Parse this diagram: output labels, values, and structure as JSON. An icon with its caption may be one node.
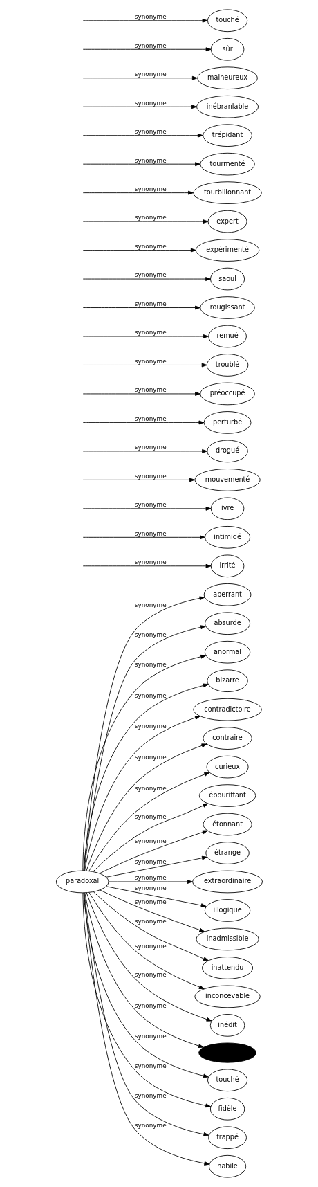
{
  "diagram": {
    "nodes": [
      {
        "text": [
          "paradoxal"
        ]
      },
      {
        "text": [
          "aberrant"
        ]
      },
      {
        "text": [
          "absurde"
        ]
      },
      {
        "text": [
          "anormal"
        ]
      },
      {
        "text": [
          "bizarre"
        ]
      },
      {
        "text": [
          "irrité"
        ]
      },
      {
        "text": [
          "contradictoire"
        ]
      },
      {
        "text": [
          "intimidé"
        ]
      },
      {
        "text": [
          "contraire"
        ]
      },
      {
        "text": [
          "ivre"
        ]
      },
      {
        "text": [
          "curieux"
        ]
      },
      {
        "text": [
          "mouvementé"
        ]
      },
      {
        "text": [
          "ébouriffant"
        ]
      },
      {
        "text": [
          "drogué"
        ]
      },
      {
        "text": [
          "étonnant"
        ]
      },
      {
        "text": [
          "perturbé"
        ]
      },
      {
        "text": [
          "étrange"
        ]
      },
      {
        "text": [
          "préoccupé"
        ]
      },
      {
        "text": [
          "extraordinaire"
        ]
      },
      {
        "text": [
          "troublé"
        ]
      },
      {
        "text": [
          "illogique"
        ]
      },
      {
        "text": [
          "remué"
        ]
      },
      {
        "text": [
          "inadmissible"
        ]
      },
      {
        "text": [
          "rougissant"
        ]
      },
      {
        "text": [
          "inattendu"
        ]
      },
      {
        "text": [
          "saoul"
        ]
      },
      {
        "text": [
          "inconcevable"
        ]
      },
      {
        "text": [
          "inédit"
        ]
      },
      {
        "text": [
          "expérimenté"
        ]
      },
      {
        "text": [],
        "shape": "circle"
      },
      {
        "text": [
          "expert"
        ]
      },
      {
        "text": [
          "touché"
        ]
      },
      {
        "text": [
          "tourbillonnant"
        ]
      },
      {
        "text": [
          "fidèle"
        ]
      },
      {
        "text": [
          "tourmenté"
        ]
      },
      {
        "text": [
          "frappé"
        ]
      },
      {
        "text": [
          "trépidant"
        ]
      },
      {
        "text": [
          "habile"
        ]
      },
      {
        "text": [
          "inébranlable"
        ]
      },
      {
        "text": [
          "malheureux"
        ]
      },
      {
        "text": [
          "sûr"
        ]
      },
      {
        "text": [
          "touché"
        ]
      }
    ],
    "edges": [
      {
        "from": 0,
        "to": 1,
        "arrow": "to",
        "label": "synonyme"
      },
      {
        "from": 0,
        "to": 2,
        "arrow": "to",
        "label": "synonyme"
      },
      {
        "from": 0,
        "to": 3,
        "arrow": "to",
        "label": "synonyme"
      },
      {
        "from": 0,
        "to": 4,
        "arrow": "to",
        "label": "synonyme"
      },
      {
        "from": null,
        "to": 5,
        "arrow": "to",
        "label": "synonyme"
      },
      {
        "from": 0,
        "to": 6,
        "arrow": "to",
        "label": "synonyme"
      },
      {
        "from": null,
        "to": 7,
        "arrow": "to",
        "label": "synonyme"
      },
      {
        "from": 0,
        "to": 8,
        "arrow": "to",
        "label": "synonyme"
      },
      {
        "from": null,
        "to": 9,
        "arrow": "to",
        "label": "synonyme"
      },
      {
        "from": 0,
        "to": 10,
        "arrow": "to",
        "label": "synonyme"
      },
      {
        "from": null,
        "to": 11,
        "arrow": "to",
        "label": "synonyme"
      },
      {
        "from": 0,
        "to": 12,
        "arrow": "to",
        "label": "synonyme"
      },
      {
        "from": null,
        "to": 13,
        "arrow": "to",
        "label": "synonyme"
      },
      {
        "from": 0,
        "to": 14,
        "arrow": "to",
        "label": "synonyme"
      },
      {
        "from": null,
        "to": 15,
        "arrow": "to",
        "label": "synonyme"
      },
      {
        "from": 0,
        "to": 16,
        "arrow": "to",
        "label": "synonyme"
      },
      {
        "from": null,
        "to": 17,
        "arrow": "to",
        "label": "synonyme"
      },
      {
        "from": 0,
        "to": 18,
        "arrow": "to",
        "label": "synonyme"
      },
      {
        "from": null,
        "to": 19,
        "arrow": "to",
        "label": "synonyme"
      },
      {
        "from": 0,
        "to": 20,
        "arrow": "to",
        "label": "synonyme"
      },
      {
        "from": null,
        "to": 21,
        "arrow": "to",
        "label": "synonyme"
      },
      {
        "from": 0,
        "to": 22,
        "arrow": "to",
        "label": "synonyme"
      },
      {
        "from": null,
        "to": 23,
        "arrow": "to",
        "label": "synonyme"
      },
      {
        "from": 0,
        "to": 24,
        "arrow": "to",
        "label": "synonyme"
      },
      {
        "from": null,
        "to": 25,
        "arrow": "to",
        "label": "synonyme"
      },
      {
        "from": 0,
        "to": 26,
        "arrow": "to",
        "label": "synonyme"
      },
      {
        "from": 0,
        "to": 27,
        "arrow": "to",
        "label": "synonyme"
      },
      {
        "from": null,
        "to": 28,
        "arrow": "to",
        "label": "synonyme"
      },
      {
        "from": 0,
        "to": 29,
        "arrow": "to",
        "label": "synonyme"
      },
      {
        "from": null,
        "to": 30,
        "arrow": "to",
        "label": "synonyme"
      },
      {
        "from": 0,
        "to": 31,
        "arrow": "to",
        "label": "synonyme"
      },
      {
        "from": null,
        "to": 32,
        "arrow": "to",
        "label": "synonyme"
      },
      {
        "from": 0,
        "to": 33,
        "arrow": "to",
        "label": "synonyme"
      },
      {
        "from": null,
        "to": 34,
        "arrow": "to",
        "label": "synonyme"
      },
      {
        "from": 0,
        "to": 35,
        "arrow": "to",
        "label": "synonyme"
      },
      {
        "from": null,
        "to": 36,
        "arrow": "to",
        "label": "synonyme"
      },
      {
        "from": 0,
        "to": 37,
        "arrow": "to",
        "label": "synonyme"
      },
      {
        "from": null,
        "to": 38,
        "arrow": "to",
        "label": "synonyme"
      },
      {
        "from": null,
        "to": 39,
        "arrow": "to",
        "label": "synonyme"
      },
      {
        "from": null,
        "to": 40,
        "arrow": "to",
        "label": "synonyme"
      },
      {
        "from": null,
        "to": 41,
        "arrow": "to",
        "label": "synonyme"
      }
    ]
  }
}
